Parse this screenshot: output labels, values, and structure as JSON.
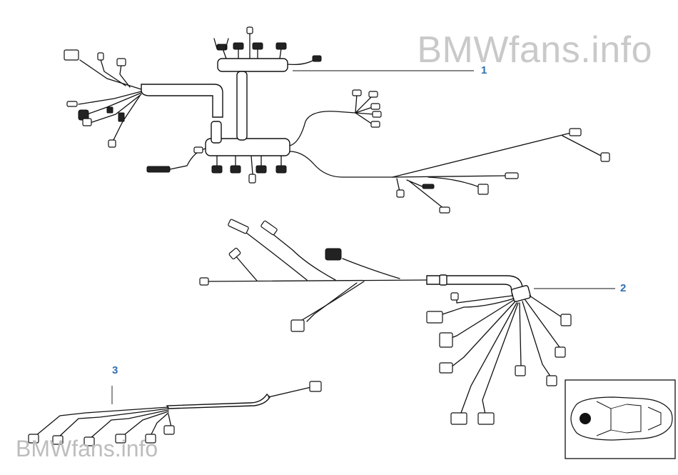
{
  "watermark": {
    "top": "BMWfans.info",
    "bottom": "BMWfans.info"
  },
  "callouts": [
    "1",
    "2",
    "3"
  ],
  "colors": {
    "callout": "#2f6fb0",
    "watermark": "#c9c9c9",
    "line": "#111111"
  }
}
